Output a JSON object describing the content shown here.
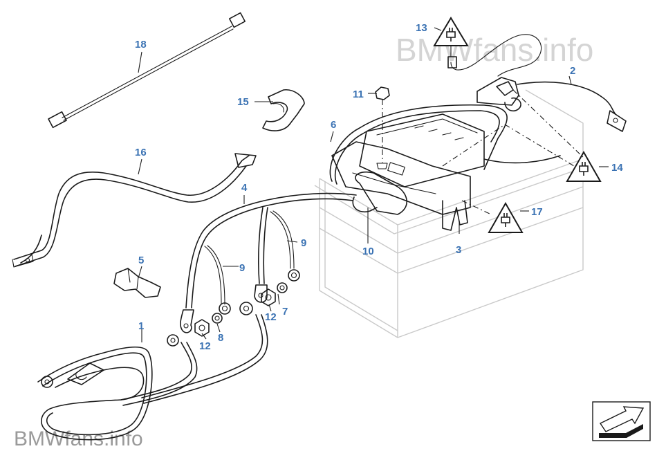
{
  "diagram": {
    "watermark_top": "BMWfans.info",
    "watermark_bottom": "BMWfans.info",
    "callouts": {
      "c1": "1",
      "c2": "2",
      "c3": "3",
      "c4": "4",
      "c5": "5",
      "c6": "6",
      "c7": "7",
      "c8": "8",
      "c9a": "9",
      "c9b": "9",
      "c10": "10",
      "c11": "11",
      "c12a": "12",
      "c12b": "12",
      "c13": "13",
      "c14": "14",
      "c15": "15",
      "c16": "16",
      "c17": "17",
      "c18": "18"
    },
    "colors": {
      "callout": "#3a72b3",
      "line": "#1a1a1a",
      "battery": "#c9c9c9"
    },
    "icons": [
      "warning-triangle-icon",
      "connector-plug-icon",
      "direction-arrow-icon"
    ]
  }
}
